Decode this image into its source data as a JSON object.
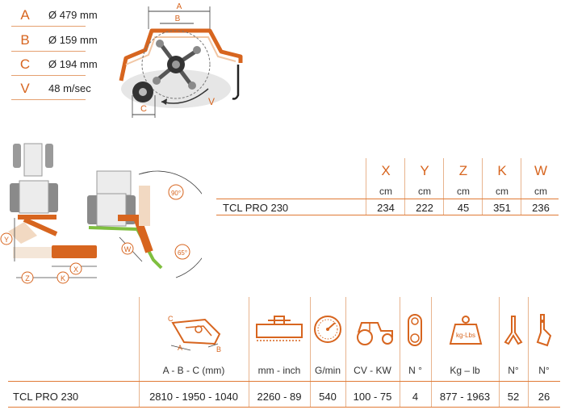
{
  "rotor_legend": [
    {
      "letter": "A",
      "value": "Ø 479 mm"
    },
    {
      "letter": "B",
      "value": "Ø 159 mm"
    },
    {
      "letter": "C",
      "value": "Ø 194 mm"
    },
    {
      "letter": "V",
      "value": "48 m/sec"
    }
  ],
  "rotor_diagram_labels": {
    "a": "A",
    "b": "B",
    "c": "C",
    "v": "V"
  },
  "tractor_diagram_labels": {
    "y": "Y",
    "z": "Z",
    "k": "K",
    "x": "X",
    "w": "W",
    "angle_up": "90°",
    "angle_down": "65°"
  },
  "position_table": {
    "headers": [
      "X",
      "Y",
      "Z",
      "K",
      "W"
    ],
    "units": [
      "cm",
      "cm",
      "cm",
      "cm",
      "cm"
    ],
    "row_label": "TCL PRO 230",
    "values": [
      "234",
      "222",
      "45",
      "351",
      "236"
    ]
  },
  "spec_table": {
    "icon_labels": {
      "dims_a": "A",
      "dims_b": "B",
      "dims_c": "C",
      "weight_icon_text": "kg-Lbs"
    },
    "units": [
      "A - B - C (mm)",
      "mm - inch",
      "G/min",
      "CV - KW",
      "N °",
      "Kg – lb",
      "N°",
      "N°"
    ],
    "row_label": "TCL PRO 230",
    "values": [
      "2810 - 1950 - 1040",
      "2260 - 89",
      "540",
      "100 - 75",
      "4",
      "877 - 1963",
      "52",
      "26"
    ]
  },
  "colors": {
    "accent": "#d7651f",
    "line": "#e07a35",
    "green": "#7fbf3f",
    "grey": "#c8c8c8"
  }
}
